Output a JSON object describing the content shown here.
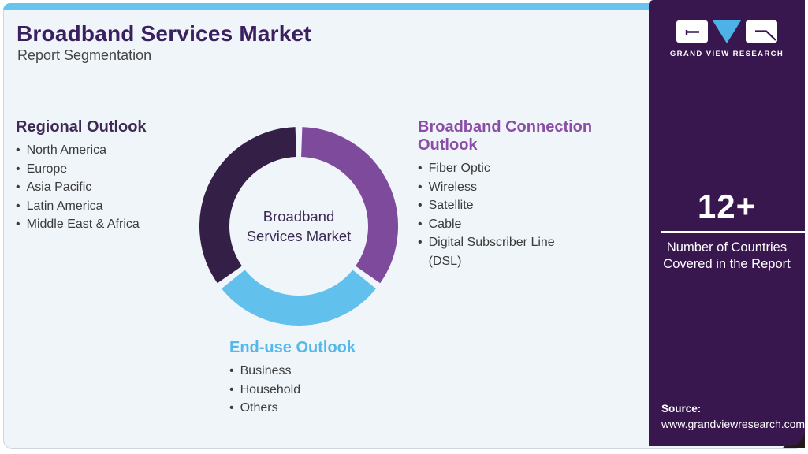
{
  "header": {
    "title": "Broadband Services Market",
    "subtitle": "Report Segmentation"
  },
  "segments": {
    "regional": {
      "heading": "Regional Outlook",
      "items": [
        "North America",
        "Europe",
        "Asia Pacific",
        "Latin America",
        "Middle East & Africa"
      ]
    },
    "connection": {
      "heading": "Broadband Connection Outlook",
      "items": [
        "Fiber Optic",
        "Wireless",
        "Satellite",
        "Cable",
        "Digital Subscriber Line (DSL)"
      ]
    },
    "enduse": {
      "heading": "End-use Outlook",
      "items": [
        "Business",
        "Household",
        "Others"
      ]
    }
  },
  "donut": {
    "center_label": [
      "Broadband",
      "Services Market"
    ],
    "segments": [
      {
        "name": "Regional Outlook",
        "color": "#341f46",
        "approx_share_pct": 34
      },
      {
        "name": "Broadband Connection Outlook",
        "color": "#7d4a9c",
        "approx_share_pct": 36
      },
      {
        "name": "End-use Outlook",
        "color": "#62c1ec",
        "approx_share_pct": 30
      }
    ]
  },
  "sidebar": {
    "logo_caption": "GRAND VIEW RESEARCH",
    "stat_value": "12+",
    "stat_caption_line1": "Number of Countries",
    "stat_caption_line2": "Covered in the Report",
    "source_label": "Source:",
    "source_url": "www.grandviewresearch.com"
  },
  "colors": {
    "accent_bar": "#68c4ee",
    "card_bg": "#eff5f9",
    "sidebar_bg": "#38164e",
    "title": "#3b2060",
    "heading_regional": "#3d2a55",
    "heading_connection": "#8b4da6",
    "heading_enduse": "#54b8e9",
    "body_text": "#3b3b3b",
    "donut_dark": "#341f46",
    "donut_purple": "#7d4a9c",
    "donut_blue": "#62c1ec",
    "logo_triangle_blue": "#4db3e6"
  }
}
